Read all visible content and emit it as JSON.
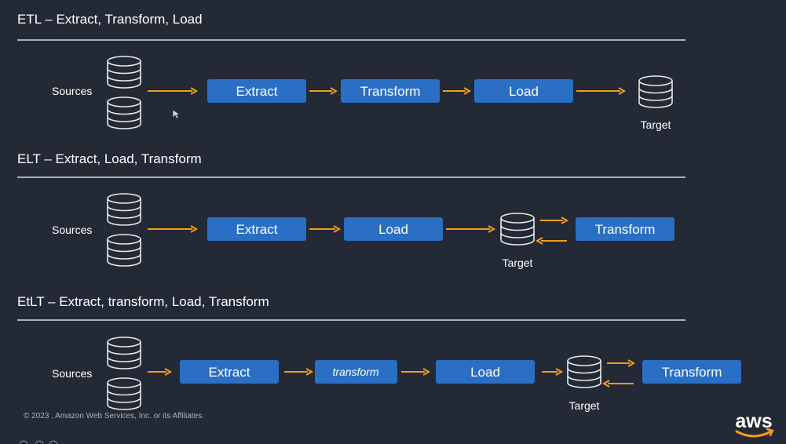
{
  "sections": [
    {
      "title": "ETL – Extract, Transform, Load",
      "sources_label": "Sources",
      "target_label": "Target",
      "steps": [
        "Extract",
        "Transform",
        "Load"
      ]
    },
    {
      "title": "ELT – Extract, Load, Transform",
      "sources_label": "Sources",
      "target_label": "Target",
      "steps": [
        "Extract",
        "Load",
        "Transform"
      ]
    },
    {
      "title": "EtLT – Extract, transform, Load, Transform",
      "sources_label": "Sources",
      "target_label": "Target",
      "steps": [
        "Extract",
        "transform",
        "Load",
        "Transform"
      ]
    }
  ],
  "footer": "© 2023 , Amazon Web Services, Inc. or its Affiliates.",
  "logo": "aws",
  "colors": {
    "background": "#232a35",
    "step_box": "#2a6fc4",
    "arrow": "#f39c1e",
    "rule": "#d8dce0",
    "icon_stroke": "#e8eaec"
  },
  "icons": [
    "database-icon",
    "arrow-right-icon",
    "arrow-left-icon",
    "aws-smile-icon"
  ]
}
